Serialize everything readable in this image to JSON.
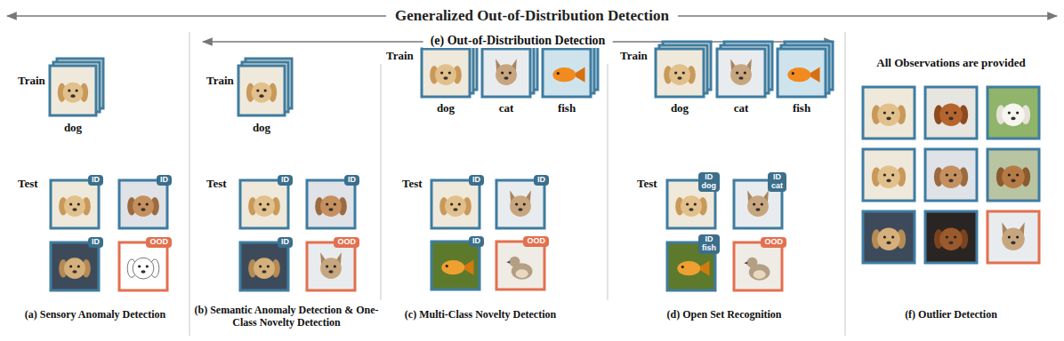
{
  "diagram": {
    "title": "Generalized Out-of-Distribution Detection",
    "nodes": [
      {
        "text": [
          "ID"
        ]
      },
      {
        "text": [
          "ID"
        ]
      },
      {
        "text": [
          "ID"
        ]
      },
      {
        "text": [
          "OOD"
        ]
      },
      {
        "text": [
          "ID"
        ]
      },
      {
        "text": [
          "ID"
        ]
      },
      {
        "text": [
          "ID"
        ]
      },
      {
        "text": [
          "OOD"
        ]
      },
      {
        "text": [
          "ID"
        ]
      },
      {
        "text": [
          "ID"
        ]
      },
      {
        "text": [
          "ID"
        ]
      },
      {
        "text": [
          "OOD"
        ]
      },
      {
        "text": [
          "ID dog"
        ]
      },
      {
        "text": [
          "ID cat"
        ]
      },
      {
        "text": [
          "ID fish"
        ]
      },
      {
        "text": [
          "OOD"
        ]
      }
    ],
    "labels": [
      "Train",
      "dog",
      "Test",
      "(a) Sensory Anomaly Detection",
      "(e) Out-of-Distribution Detection",
      "Train",
      "dog",
      "Test",
      "(b) Semantic Anomaly Detection & One-Class Novelty Detection",
      "Train",
      "dog",
      "cat",
      "fish",
      "Test",
      "(c) Multi-Class Novelty Detection",
      "Train",
      "dog",
      "cat",
      "fish",
      "Test",
      "(d) Open Set Recognition",
      "All Observations are provided",
      "(f) Outlier Detection"
    ]
  }
}
